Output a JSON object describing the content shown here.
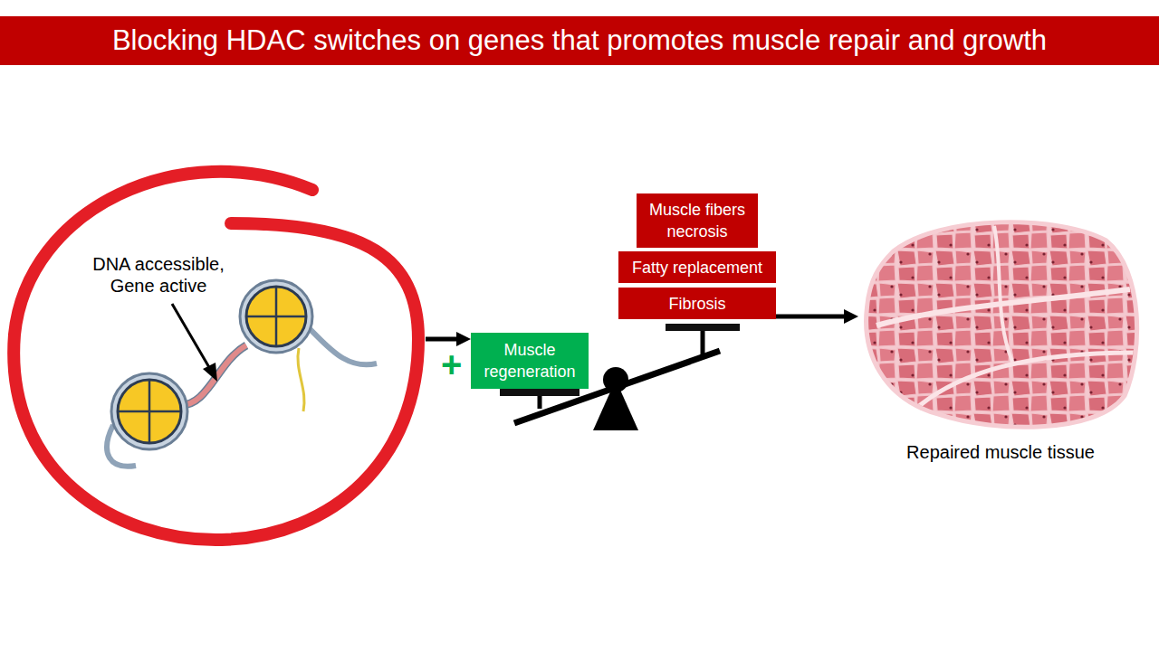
{
  "diagram": {
    "title": "Blocking HDAC switches on genes that promotes muscle repair and growth",
    "nodes": [
      {
        "text": [
          "DNA accessible, Gene active"
        ]
      },
      {
        "text": [
          "Muscle regeneration"
        ]
      },
      {
        "text": [
          "Muscle fibers necrosis"
        ]
      },
      {
        "text": [
          "Fatty replacement"
        ]
      },
      {
        "text": [
          "Fibrosis"
        ]
      },
      {
        "text": [
          "Repaired muscle tissue"
        ]
      }
    ],
    "edges": [
      {
        "from": 0,
        "to": 1,
        "arrow": "to"
      },
      {
        "from": 4,
        "to": 5,
        "arrow": "to"
      }
    ],
    "labels": [
      "+"
    ]
  }
}
